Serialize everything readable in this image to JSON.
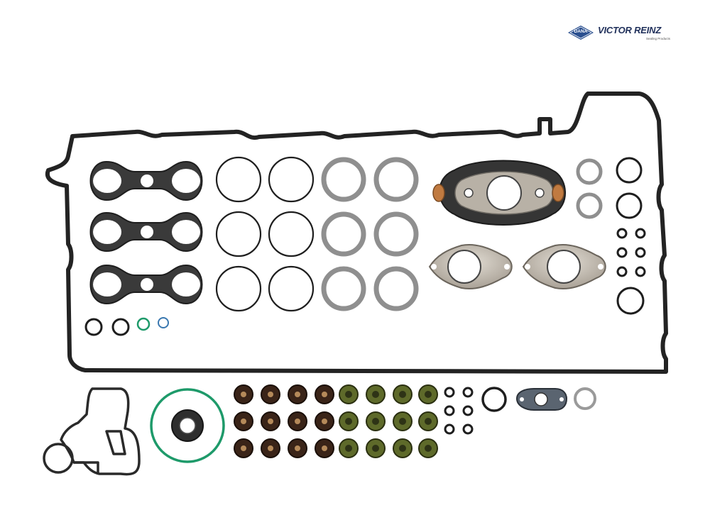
{
  "brand": {
    "badge_text": "DANA",
    "name": "VICTOR REINZ",
    "tagline": "Sealing Products",
    "colors": {
      "navy": "#1f2f5a",
      "badge_blue": "#2a4f8f"
    }
  },
  "photo": {
    "subject": "engine cylinder head gasket set laid out on white background",
    "colors": {
      "rubber_black": "#2e2e2e",
      "gray_ring": "#8f8f8f",
      "metal": "#c9c2b8",
      "green_ring": "#1e9a6a",
      "olive_seal": "#6b6a2a",
      "brown_seal": "#4a2a1a",
      "copper": "#c07a40"
    }
  }
}
